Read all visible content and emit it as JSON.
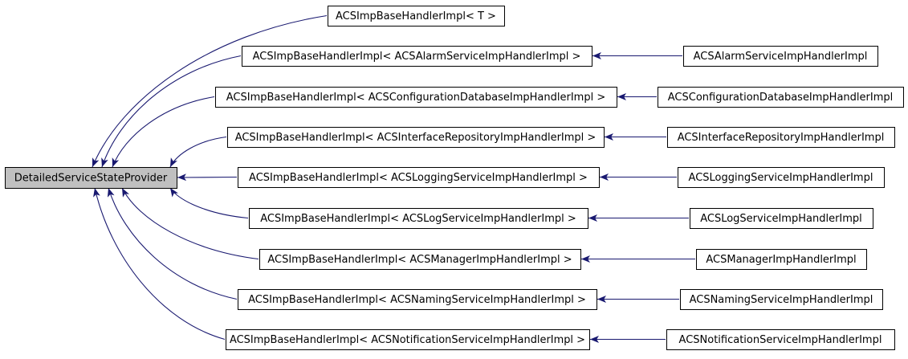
{
  "diagram_type": "inheritance-graph",
  "colors": {
    "background": "#ffffff",
    "edge": "#191970",
    "node_border": "#000000",
    "node_fill": "#ffffff",
    "focus_node_fill": "#c0c0c0",
    "text": "#000000"
  },
  "focus_node": {
    "label": "DetailedServiceStateProvider"
  },
  "rows": [
    {
      "base_template": "ACSImpBaseHandlerImpl< T >",
      "derived_class": null
    },
    {
      "base_template": "ACSImpBaseHandlerImpl< ACSAlarmServiceImpHandlerImpl >",
      "derived_class": "ACSAlarmServiceImpHandlerImpl"
    },
    {
      "base_template": "ACSImpBaseHandlerImpl< ACSConfigurationDatabaseImpHandlerImpl >",
      "derived_class": "ACSConfigurationDatabaseImpHandlerImpl"
    },
    {
      "base_template": "ACSImpBaseHandlerImpl< ACSInterfaceRepositoryImpHandlerImpl >",
      "derived_class": "ACSInterfaceRepositoryImpHandlerImpl"
    },
    {
      "base_template": "ACSImpBaseHandlerImpl< ACSLoggingServiceImpHandlerImpl >",
      "derived_class": "ACSLoggingServiceImpHandlerImpl"
    },
    {
      "base_template": "ACSImpBaseHandlerImpl< ACSLogServiceImpHandlerImpl >",
      "derived_class": "ACSLogServiceImpHandlerImpl"
    },
    {
      "base_template": "ACSImpBaseHandlerImpl< ACSManagerImpHandlerImpl >",
      "derived_class": "ACSManagerImpHandlerImpl"
    },
    {
      "base_template": "ACSImpBaseHandlerImpl< ACSNamingServiceImpHandlerImpl >",
      "derived_class": "ACSNamingServiceImpHandlerImpl"
    },
    {
      "base_template": "ACSImpBaseHandlerImpl< ACSNotificationServiceImpHandlerImpl >",
      "derived_class": "ACSNotificationServiceImpHandlerImpl"
    }
  ]
}
